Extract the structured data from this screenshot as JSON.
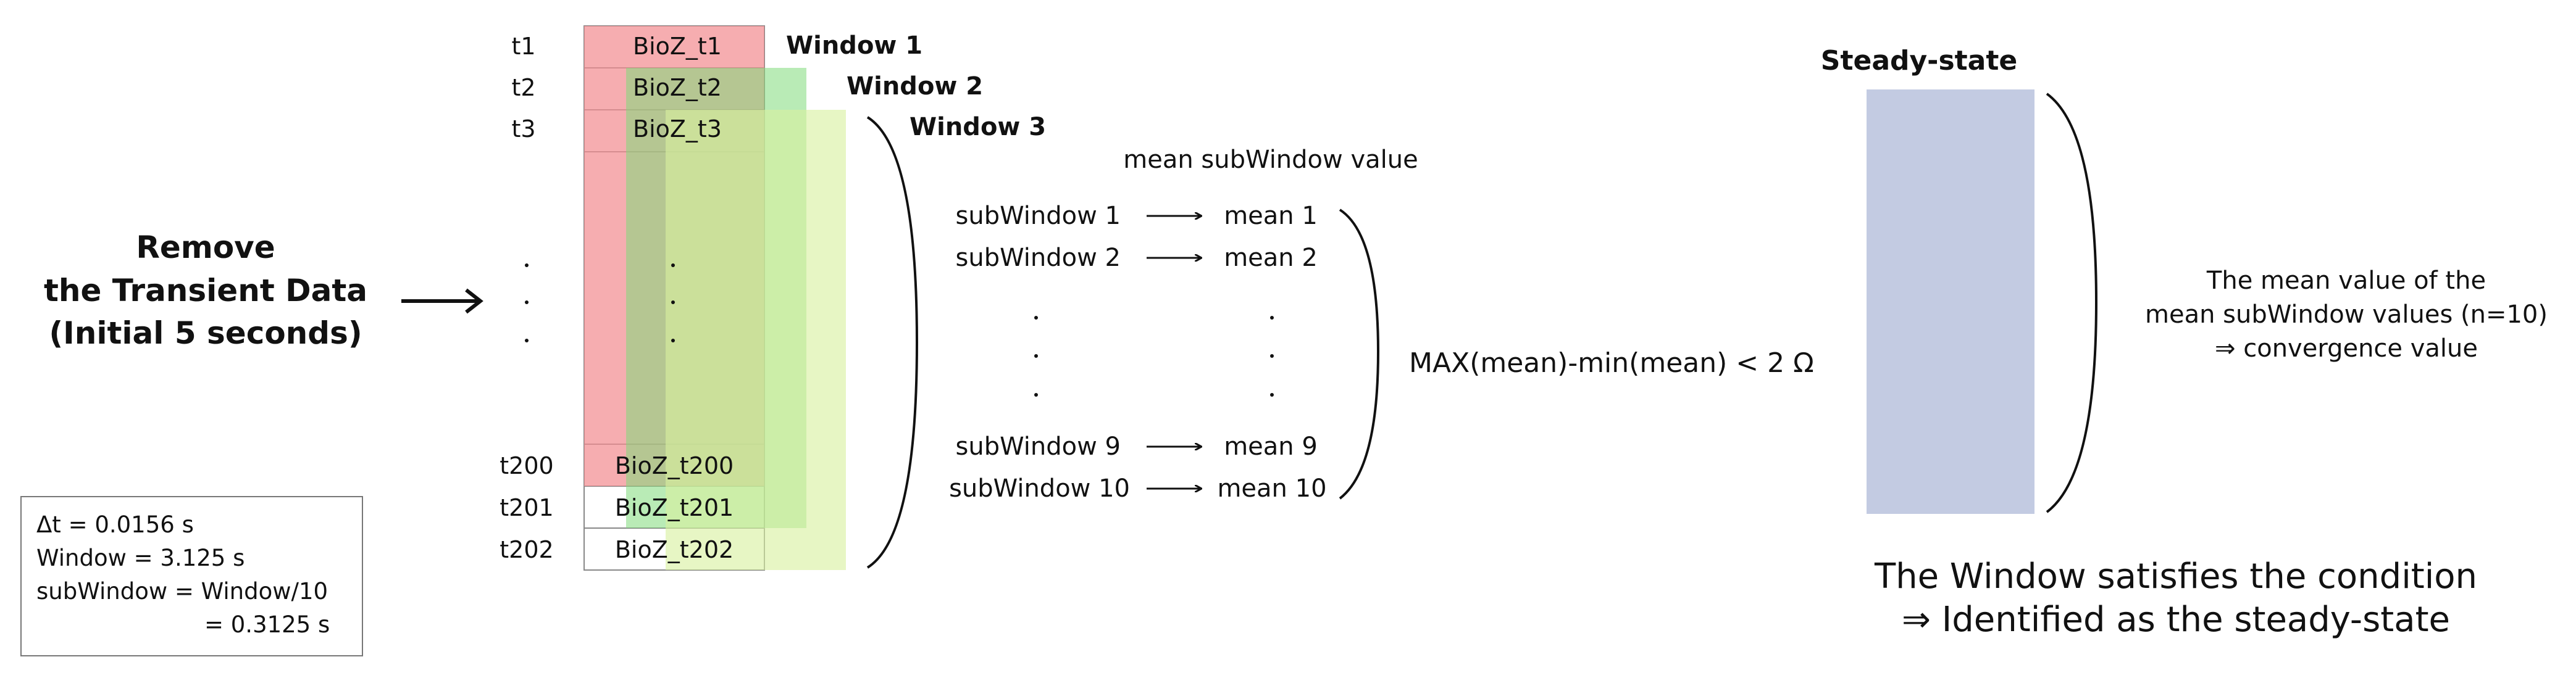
{
  "left_caption": [
    "Remove",
    "the Transient Data",
    "(Initial 5 seconds)"
  ],
  "params": [
    "Δt = 0.0156 s",
    "Window = 3.125 s",
    "subWindow = Window/10",
    "= 0.3125 s"
  ],
  "times": [
    "t1",
    "t2",
    "t3",
    "t200",
    "t201",
    "t202"
  ],
  "cells": [
    "BioZ_t1",
    "BioZ_t2",
    "BioZ_t3",
    "BioZ_t200",
    "BioZ_t201",
    "BioZ_t202"
  ],
  "windows": [
    {
      "label": "Window 1",
      "color": "#e8141b"
    },
    {
      "label": "Window 2",
      "color": "#1fae3a"
    },
    {
      "label": "Window 3",
      "color": "#a5c21a"
    }
  ],
  "mean_header": "mean subWindow value",
  "subwindows": [
    {
      "name": "subWindow 1",
      "mean": "mean 1"
    },
    {
      "name": "subWindow 2",
      "mean": "mean 2"
    },
    {
      "name": "subWindow 9",
      "mean": "mean 9"
    },
    {
      "name": "subWindow 10",
      "mean": "mean 10"
    }
  ],
  "condition": "MAX(mean)-min(mean) < 2 Ω",
  "steady_state": {
    "title": "Steady-state",
    "title_color": "#1d3b9c",
    "box_color": "#c3cbe2",
    "note": [
      "The mean value of the",
      "mean subWindow values (n=10)",
      "⇒ convergence value"
    ],
    "conclusion": [
      "The Window satisfies the condition",
      "⇒ Identified as the steady-state"
    ]
  },
  "colors": {
    "window1_fill": "#f4a0a3",
    "window2_fill": "#8fe08a",
    "window3_fill": "#dff2b0"
  }
}
